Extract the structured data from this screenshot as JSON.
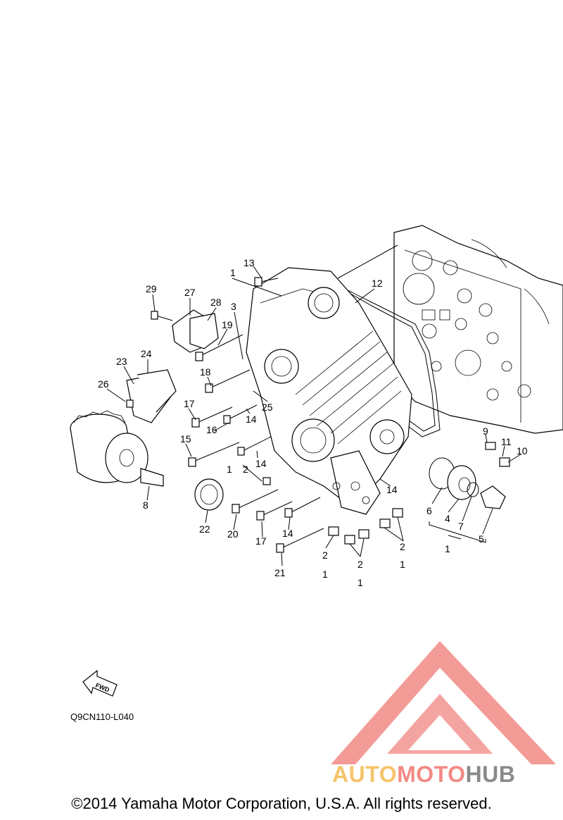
{
  "diagram": {
    "callouts": [
      {
        "label": "13"
      },
      {
        "label": "1"
      },
      {
        "label": "3"
      },
      {
        "label": "12"
      },
      {
        "label": "29"
      },
      {
        "label": "27"
      },
      {
        "label": "28"
      },
      {
        "label": "19"
      },
      {
        "label": "24"
      },
      {
        "label": "23"
      },
      {
        "label": "18"
      },
      {
        "label": "26"
      },
      {
        "label": "25"
      },
      {
        "label": "17"
      },
      {
        "label": "14"
      },
      {
        "label": "16"
      },
      {
        "label": "15"
      },
      {
        "label": "14"
      },
      {
        "label": "9"
      },
      {
        "label": "11"
      },
      {
        "label": "10"
      },
      {
        "label": "8"
      },
      {
        "label": "1"
      },
      {
        "label": "2"
      },
      {
        "label": "14"
      },
      {
        "label": "22"
      },
      {
        "label": "20"
      },
      {
        "label": "17"
      },
      {
        "label": "14"
      },
      {
        "label": "6"
      },
      {
        "label": "4"
      },
      {
        "label": "7"
      },
      {
        "label": "5"
      },
      {
        "label": "1"
      },
      {
        "label": "2"
      },
      {
        "label": "1"
      },
      {
        "label": "2"
      },
      {
        "label": "1"
      },
      {
        "label": "2"
      },
      {
        "label": "1"
      },
      {
        "label": "21"
      }
    ],
    "fwd_label": "FWD",
    "diagram_code": "Q9CN110-L040"
  },
  "watermark": {
    "part1": "AUTO",
    "part2": "MOTO",
    "part3": "HUB",
    "colors": {
      "orange": "#f5c46a",
      "red": "#f28a84",
      "gray": "#8a8a8a",
      "logo": "#f28a84"
    }
  },
  "footer": {
    "copyright": "©2014 Yamaha Motor Corporation, U.S.A. All rights reserved."
  }
}
